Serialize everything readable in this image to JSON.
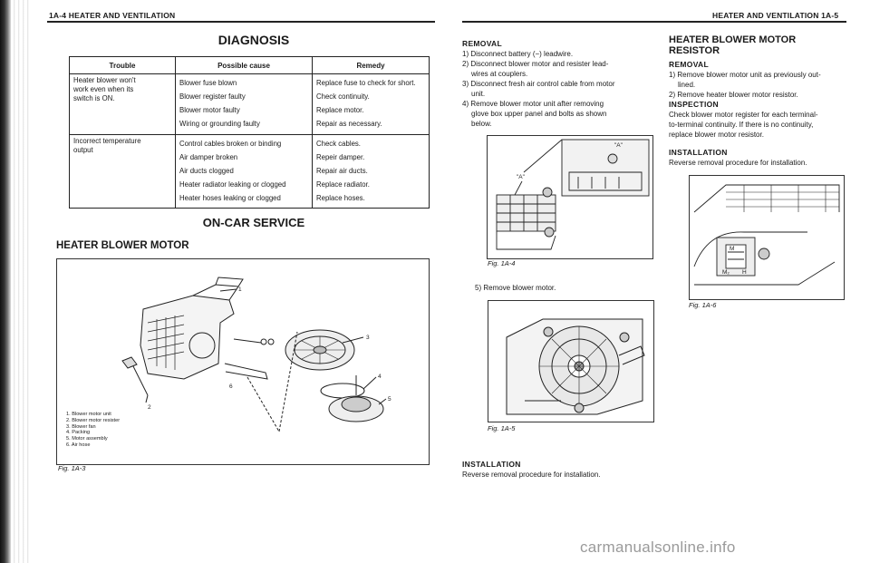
{
  "left_page": {
    "header": "1A-4 HEATER AND VENTILATION",
    "title": "DIAGNOSIS",
    "table": {
      "headers": [
        "Trouble",
        "Possible cause",
        "Remedy"
      ],
      "groups": [
        {
          "trouble": [
            "Heater blower won't",
            "work even when its",
            "switch is ON."
          ],
          "causes": [
            "Blower fuse blown",
            "Blower register faulty",
            "Blower motor faulty",
            "Wiring or grounding faulty"
          ],
          "remedies": [
            "Replace fuse to check for short.",
            "Check continuity.",
            "Replace motor.",
            "Repair as necessary."
          ]
        },
        {
          "trouble": [
            "Incorrect temperature",
            "output"
          ],
          "causes": [
            "Control cables broken or binding",
            "Air damper broken",
            "Air ducts clogged",
            "Heater radiator leaking or clogged",
            "Heater hoses leaking or clogged"
          ],
          "remedies": [
            "Check cables.",
            "Repeir damper.",
            "Repair air ducts.",
            "Replace radiator.",
            "Replace hoses."
          ]
        }
      ]
    },
    "section_title": "ON-CAR SERVICE",
    "subsection_title": "HEATER BLOWER MOTOR",
    "figure": {
      "caption": "Fig. 1A-3",
      "callouts": [
        "1",
        "2",
        "3",
        "4",
        "5",
        "6"
      ],
      "legend": [
        "1.  Blower motor unit",
        "2.  Blower motor resister",
        "3.  Blower fan",
        "4.  Packing",
        "5.  Motor assembly",
        "6.  Air hose"
      ]
    }
  },
  "right_page": {
    "header": "HEATER AND VENTILATION 1A-5",
    "removal": {
      "heading": "REMOVAL",
      "steps": [
        "1) Disconnect battery (−) leadwire.",
        "2) Disconnect blower motor and resister lead-",
        "wires at couplers.",
        "3) Disconnect fresh air control cable from motor",
        "unit.",
        "4) Remove blower motor unit after removing",
        "glove box upper panel and bolts as shown",
        "below."
      ]
    },
    "fig4": {
      "caption": "Fig. 1A-4",
      "label_a": "\"A\"",
      "label_a2": "\"A\""
    },
    "step5": "5) Remove blower motor.",
    "fig5": {
      "caption": "Fig. 1A-5"
    },
    "installation_mid": {
      "heading": "INSTALLATION",
      "text": "Reverse removal procedure for installation."
    },
    "resistor": {
      "title_line1": "HEATER BLOWER MOTOR",
      "title_line2": "RESISTOR",
      "removal_heading": "REMOVAL",
      "removal_steps": [
        "1) Remove blower motor unit as previously out-",
        "lined.",
        "2) Remove heater blower motor resistor."
      ],
      "inspection_heading": "INSPECTION",
      "inspection_text": [
        "Check blower motor register for each terminal-",
        "to-terminal continuity. If there is no continuity,",
        "replace blower motor resistor."
      ],
      "installation_heading": "INSTALLATION",
      "installation_text": "Reverse removal procedure for installation."
    },
    "fig6": {
      "caption": "Fig. 1A-6",
      "labels": [
        "M",
        "M₂",
        "H"
      ]
    }
  },
  "watermark": "carmanualsonline.info"
}
